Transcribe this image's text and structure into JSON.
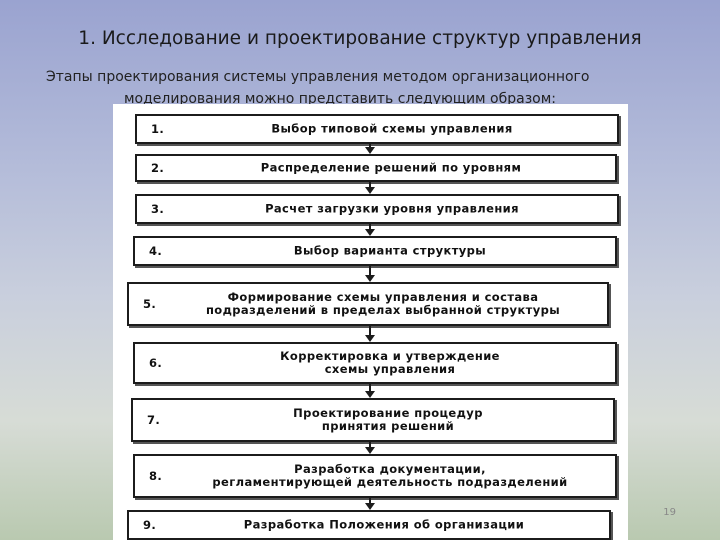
{
  "slide": {
    "title": "1. Исследование и проектирование структур управления",
    "intro_line1": "Этапы проектирования системы управления методом организационного",
    "intro_line2": "моделирования можно представить следующим образом:",
    "page_number": "19"
  },
  "steps": [
    {
      "num": "1.",
      "text": "Выбор типовой схемы управления"
    },
    {
      "num": "2.",
      "text": "Распределение решений по уровням"
    },
    {
      "num": "3.",
      "text": "Расчет загрузки уровня управления"
    },
    {
      "num": "4.",
      "text": "Выбор варианта структуры"
    },
    {
      "num": "5.",
      "text": "Формирование схемы управления и состава\nподразделений в пределах выбранной структуры"
    },
    {
      "num": "6.",
      "text": "Корректировка и утверждение\nсхемы управления"
    },
    {
      "num": "7.",
      "text": "Проектирование процедур\nпринятия решений"
    },
    {
      "num": "8.",
      "text": "Разработка документации,\nрегламентирующей деятельность подразделений"
    },
    {
      "num": "9.",
      "text": "Разработка Положения об организации"
    }
  ]
}
